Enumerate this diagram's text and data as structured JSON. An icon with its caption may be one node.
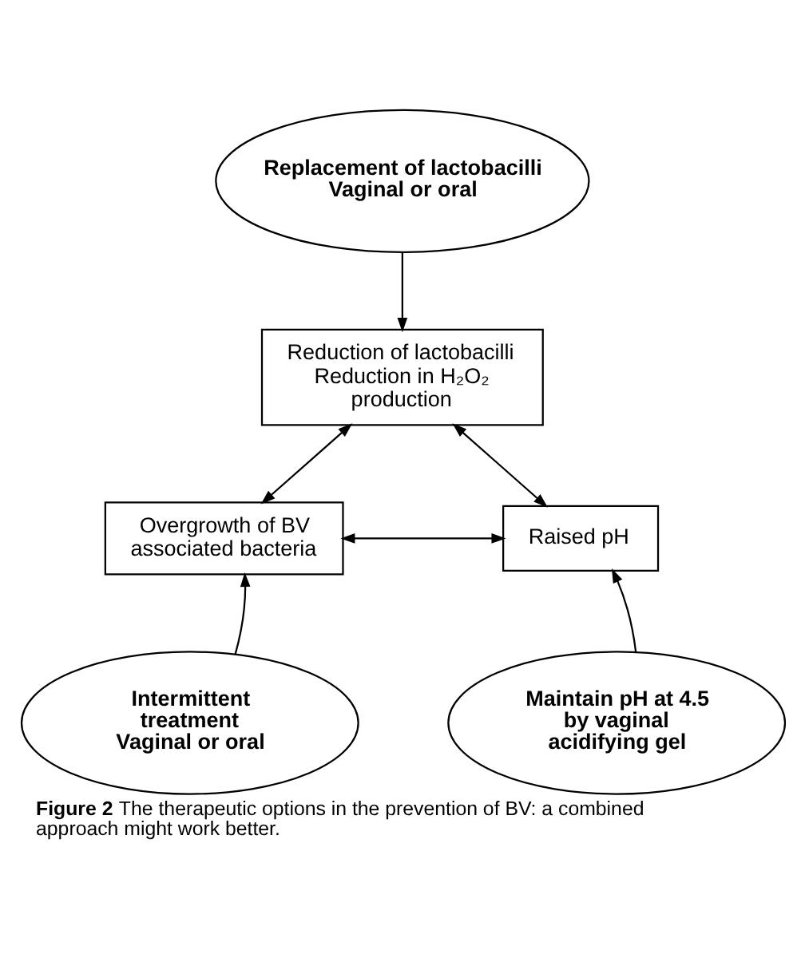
{
  "diagram": {
    "caption": "**Figure 2** The therapeutic options in the prevention of BV: a combined approach might work better.",
    "nodes": [
      {
        "text": [
          "Replacement of lactobacilli Vaginal or oral"
        ]
      },
      {
        "text": [
          "Reduction of lactobacilli Reduction in H₂O₂ production"
        ]
      },
      {
        "text": [
          "Overgrowth of BV associated bacteria"
        ]
      },
      {
        "text": [
          "Raised pH"
        ]
      },
      {
        "text": [
          "Intermittent treatment Vaginal or oral"
        ]
      },
      {
        "text": [
          "Maintain pH at 4.5 by vaginal acidifying gel"
        ]
      }
    ],
    "edges": [
      {
        "from": 0,
        "to": 1,
        "arrow": "to"
      },
      {
        "from": 1,
        "to": 2,
        "arrow": "both"
      },
      {
        "from": 1,
        "to": 3,
        "arrow": "both"
      },
      {
        "from": 2,
        "to": 3,
        "arrow": "both"
      },
      {
        "from": 4,
        "to": 2,
        "arrow": "to"
      },
      {
        "from": 5,
        "to": 3,
        "arrow": "to"
      }
    ]
  }
}
